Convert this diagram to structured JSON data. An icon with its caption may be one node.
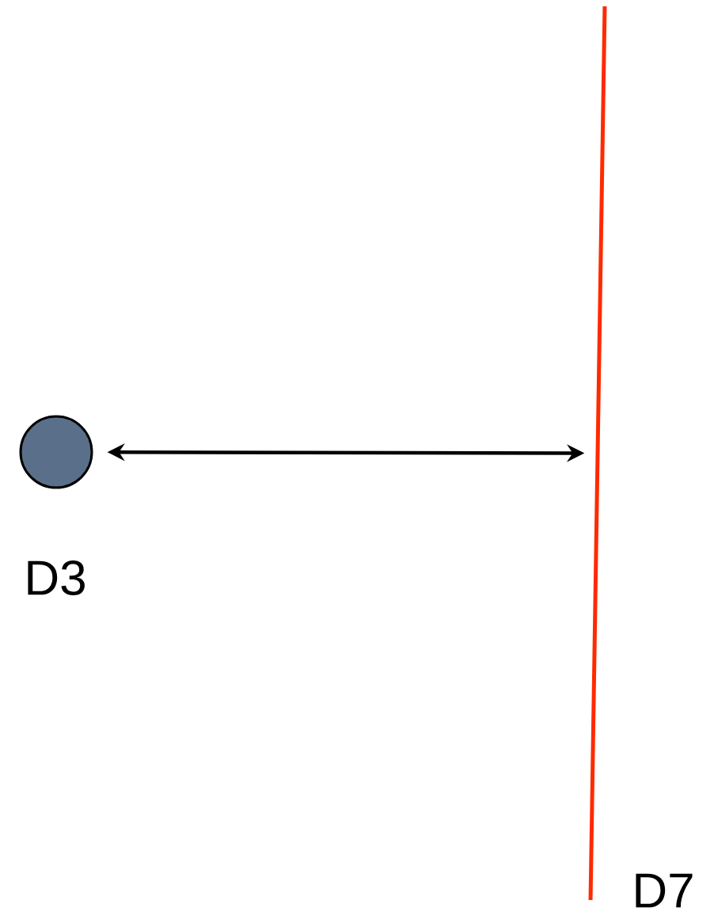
{
  "diagram": {
    "nodes": [
      {
        "text": [],
        "shape": "circle",
        "beside": [
          "D3"
        ]
      },
      {
        "text": [],
        "shape": "line",
        "beside": [
          "D7"
        ]
      }
    ],
    "edges": [
      {
        "from": 0,
        "to": 1,
        "arrow": "both"
      }
    ]
  }
}
